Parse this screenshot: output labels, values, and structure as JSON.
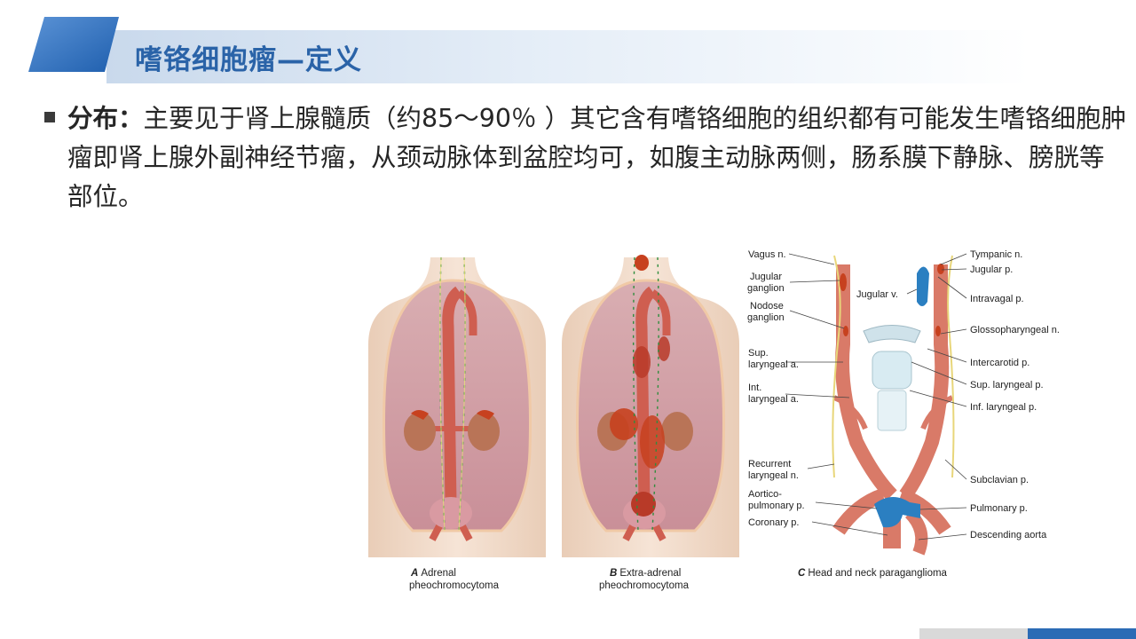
{
  "slide": {
    "title": "嗜铬细胞瘤—定义",
    "bullet_lead": "分布：",
    "bullet_text": "主要见于肾上腺髓质（约85～90％ ）其它含有嗜铬细胞的组织都有可能发生嗜铬细胞肿瘤即肾上腺外副神经节瘤，从颈动脉体到盆腔均可，如腹主动脉两侧，肠系膜下静脉、膀胱等部位。"
  },
  "colors": {
    "accent": "#2a63a8",
    "title_band": "#c9d9ec",
    "footer_blue": "#2b6bb5"
  },
  "figure": {
    "panel_a": {
      "letter": "A",
      "caption1": "Adrenal",
      "caption2": "pheochromocytoma"
    },
    "panel_b": {
      "letter": "B",
      "caption1": "Extra-adrenal",
      "caption2": "pheochromocytoma"
    },
    "panel_c": {
      "letter": "C",
      "caption": "Head and neck paraganglioma",
      "labels_left": [
        "Vagus n.",
        "Jugular",
        "ganglion",
        "Nodose",
        "ganglion",
        "Sup.",
        "laryngeal a.",
        "Int.",
        "laryngeal a.",
        "Recurrent",
        "laryngeal n.",
        "Aortico-",
        "pulmonary p.",
        "Coronary p."
      ],
      "label_jugular_v": "Jugular v.",
      "labels_right": [
        "Tympanic n.",
        "Jugular p.",
        "Intravagal p.",
        "Glossopharyngeal n.",
        "Intercarotid p.",
        "Sup. laryngeal p.",
        "Inf. laryngeal p.",
        "Subclavian p.",
        "Pulmonary p.",
        "Descending aorta"
      ]
    }
  }
}
